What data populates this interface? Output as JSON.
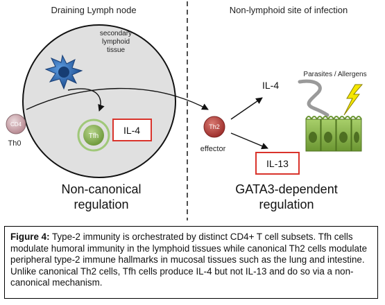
{
  "left_panel": {
    "title": "Draining Lymph node",
    "tissue_label": [
      "secondary",
      "lymphoid",
      "tissue"
    ],
    "naive_cell": "CD4",
    "naive_cell_label": "Th0",
    "tfh_cell": "Tfh",
    "tfh_cytokine": "IL-4",
    "regulation": [
      "Non-canonical",
      "regulation"
    ]
  },
  "right_panel": {
    "title": "Non-lymphoid site of infection",
    "th2_cell": "Th2",
    "th2_cell_label": "effector",
    "cytokine_il4": "IL-4",
    "cytokine_il13": "IL-13",
    "stimulus": "Parasites / Allergens",
    "regulation": [
      "GATA3-dependent",
      "regulation"
    ]
  },
  "caption": {
    "label": "Figure 4:",
    "text": "Type-2 immunity is orchestrated by distinct CD4+ T cell subsets. Tfh cells modulate humoral immunity in the lymphoid tissues while canonical Th2 cells modulate peripheral type-2 immune hallmarks in mucosal tissues such as the lung and intestine. Unlike canonical Th2 cells, Tfh cells produce IL-4 but not IL-13 and do so via a non-canonical mechanism."
  },
  "colors": {
    "naive_cell": "#c9a4ab",
    "tfh_cell": "#8db45a",
    "th2_cell": "#b8423f",
    "cytokine_box": "#d9332b",
    "dendritic_cell": "#2f6fb8",
    "epithelium": "#7fae3a",
    "lightning": "#f5e600",
    "lymph_node": "#e0e0e0"
  }
}
